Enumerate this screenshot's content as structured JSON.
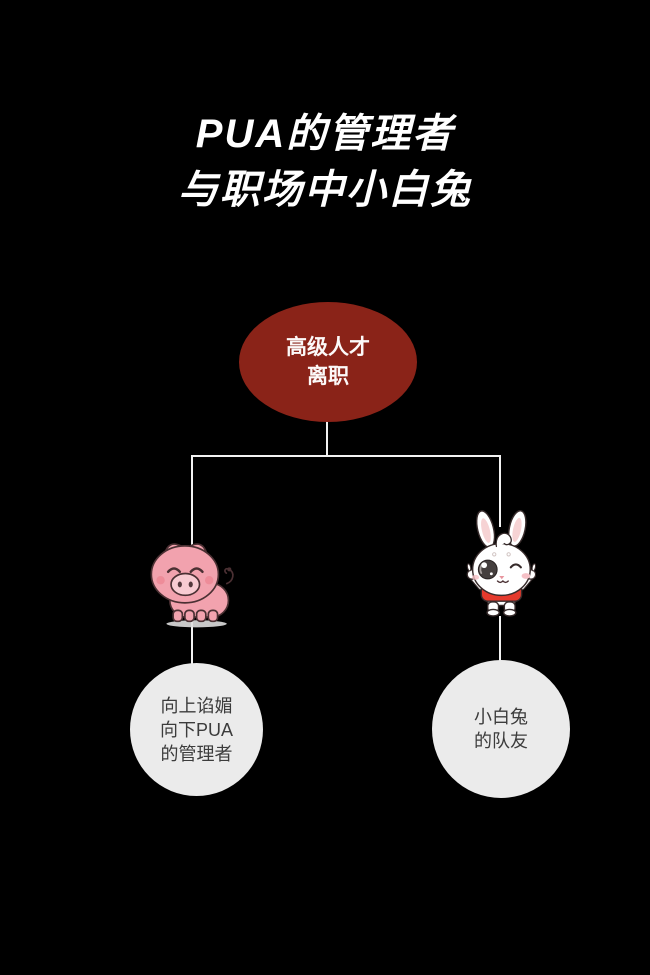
{
  "title": {
    "line1": "PUA的管理者",
    "line2": "与职场中小白兔"
  },
  "diagram": {
    "root": {
      "lines": [
        "高级人才",
        "离职"
      ]
    },
    "branches": [
      {
        "mascot": "pig-icon",
        "leaf_lines": [
          "向上谄媚",
          "向下PUA",
          "的管理者"
        ]
      },
      {
        "mascot": "rabbit-icon",
        "leaf_lines": [
          "小白兔",
          "的队友"
        ]
      }
    ]
  },
  "colors": {
    "background": "#000000",
    "title_color": "#ffffff",
    "root_fill": "#8a2318",
    "root_text": "#fcf9f8",
    "leaf_fill": "#ebebeb",
    "leaf_text": "#3c3c3c",
    "line_color": "#f2f2f2"
  }
}
